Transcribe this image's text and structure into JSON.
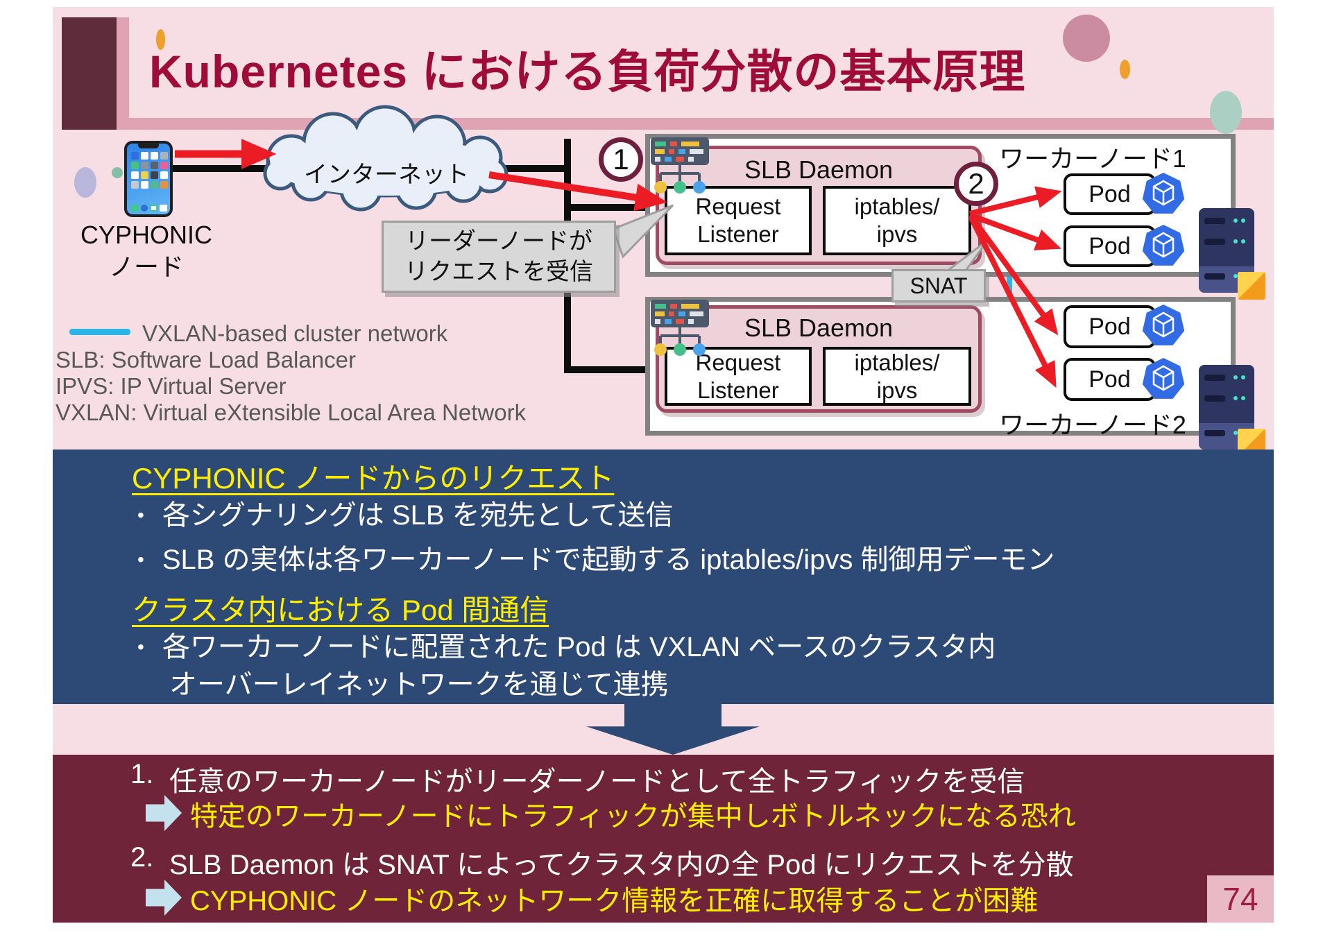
{
  "slide": {
    "title": "Kubernetes における負荷分散の基本原理",
    "page_number": "74"
  },
  "diagram": {
    "client_label_line1": "CYPHONIC",
    "client_label_line2": "ノード",
    "internet_label": "インターネット",
    "leader_callout_line1": "リーダーノードが",
    "leader_callout_line2": "リクエストを受信",
    "snat_label": "SNAT",
    "step1": "1",
    "step2": "2",
    "worker1_label": "ワーカーノード1",
    "worker2_label": "ワーカーノード2",
    "slb_daemon_label": "SLB Daemon",
    "request_listener_line1": "Request",
    "request_listener_line2": "Listener",
    "iptables_line1": "iptables/",
    "iptables_line2": "ipvs",
    "pod_label": "Pod",
    "legend": [
      {
        "text": "VXLAN-based cluster network"
      },
      {
        "text": "SLB: Software Load Balancer"
      },
      {
        "text": "IPVS: IP Virtual Server"
      },
      {
        "text": "VXLAN: Virtual eXtensible Local Area Network"
      }
    ]
  },
  "notes": {
    "heading1": "CYPHONIC ノードからのリクエスト",
    "bullet1": "各シグナリングは SLB を宛先として送信",
    "bullet2": "SLB の実体は各ワーカーノードで起動する iptables/ipvs 制御用デーモン",
    "heading2": "クラスタ内における Pod 間通信",
    "bullet3_line1": "各ワーカーノードに配置された Pod は VXLAN ベースのクラスタ内",
    "bullet3_line2": "オーバーレイネットワークを通じて連携"
  },
  "conclusions": {
    "item1_number": "1.",
    "item1": "任意のワーカーノードがリーダーノードとして全トラフィックを受信",
    "consequence1": "特定のワーカーノードにトラフィックが集中しボトルネックになる恐れ",
    "item2_number": "2.",
    "item2": "SLB Daemon は SNAT によってクラスタ内の全 Pod にリクエストを分散",
    "consequence2": "CYPHONIC ノードのネットワーク情報を正確に取得することが困難"
  },
  "colors": {
    "slide_bg": "#f7dee5",
    "accent_maroon": "#5e2c3b",
    "band_rose": "#dfa3b4",
    "title_text": "#9f0c3a",
    "notes_bg": "#2d4a76",
    "conclusion_bg": "#6f2439",
    "highlight_yellow": "#ffee00",
    "vxlan_blue": "#29b5e8",
    "arrow_red": "#ec1c24",
    "kubernetes_blue": "#326ce5"
  }
}
